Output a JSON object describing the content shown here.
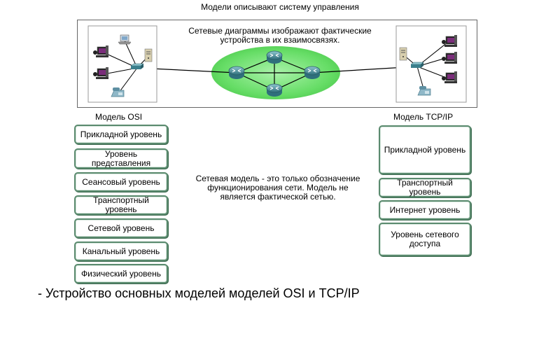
{
  "top_title": "Модели описывают систему управления",
  "network": {
    "caption_line1": "Сетевые диаграммы изображают фактические",
    "caption_line2": "устройства в их взаимосвязях."
  },
  "osi": {
    "label": "Модель OSI",
    "layers": [
      {
        "label": "Прикладной уровень"
      },
      {
        "label": "Уровень представления"
      },
      {
        "label": "Сеансовый уровень"
      },
      {
        "label": "Транспортный уровень"
      },
      {
        "label": "Сетевой уровень"
      },
      {
        "label": "Канальный уровень"
      },
      {
        "label": "Физический уровень"
      }
    ]
  },
  "tcpip": {
    "label": "Модель TCP/IP",
    "layers": [
      {
        "label": "Прикладной уровень"
      },
      {
        "label": "Транспортный уровень"
      },
      {
        "label": "Интернет уровень"
      },
      {
        "label": "Уровень сетевого доступа"
      }
    ]
  },
  "center_note": {
    "line1": "Сетевая модель - это только обозначение",
    "line2": "функционирования сети. Модель не",
    "line3": "является фактической сетью."
  },
  "footer_text": "- Устройство основных моделей моделей OSI и TCP/IP",
  "colors": {
    "layer_border": "#5a8a6e",
    "wan_cloud": "#66dd66",
    "router": "#3a7f8c"
  },
  "icons": [
    "router-icon",
    "switch-icon",
    "desktop-pc-icon",
    "server-icon",
    "ip-phone-icon",
    "laptop-icon"
  ]
}
